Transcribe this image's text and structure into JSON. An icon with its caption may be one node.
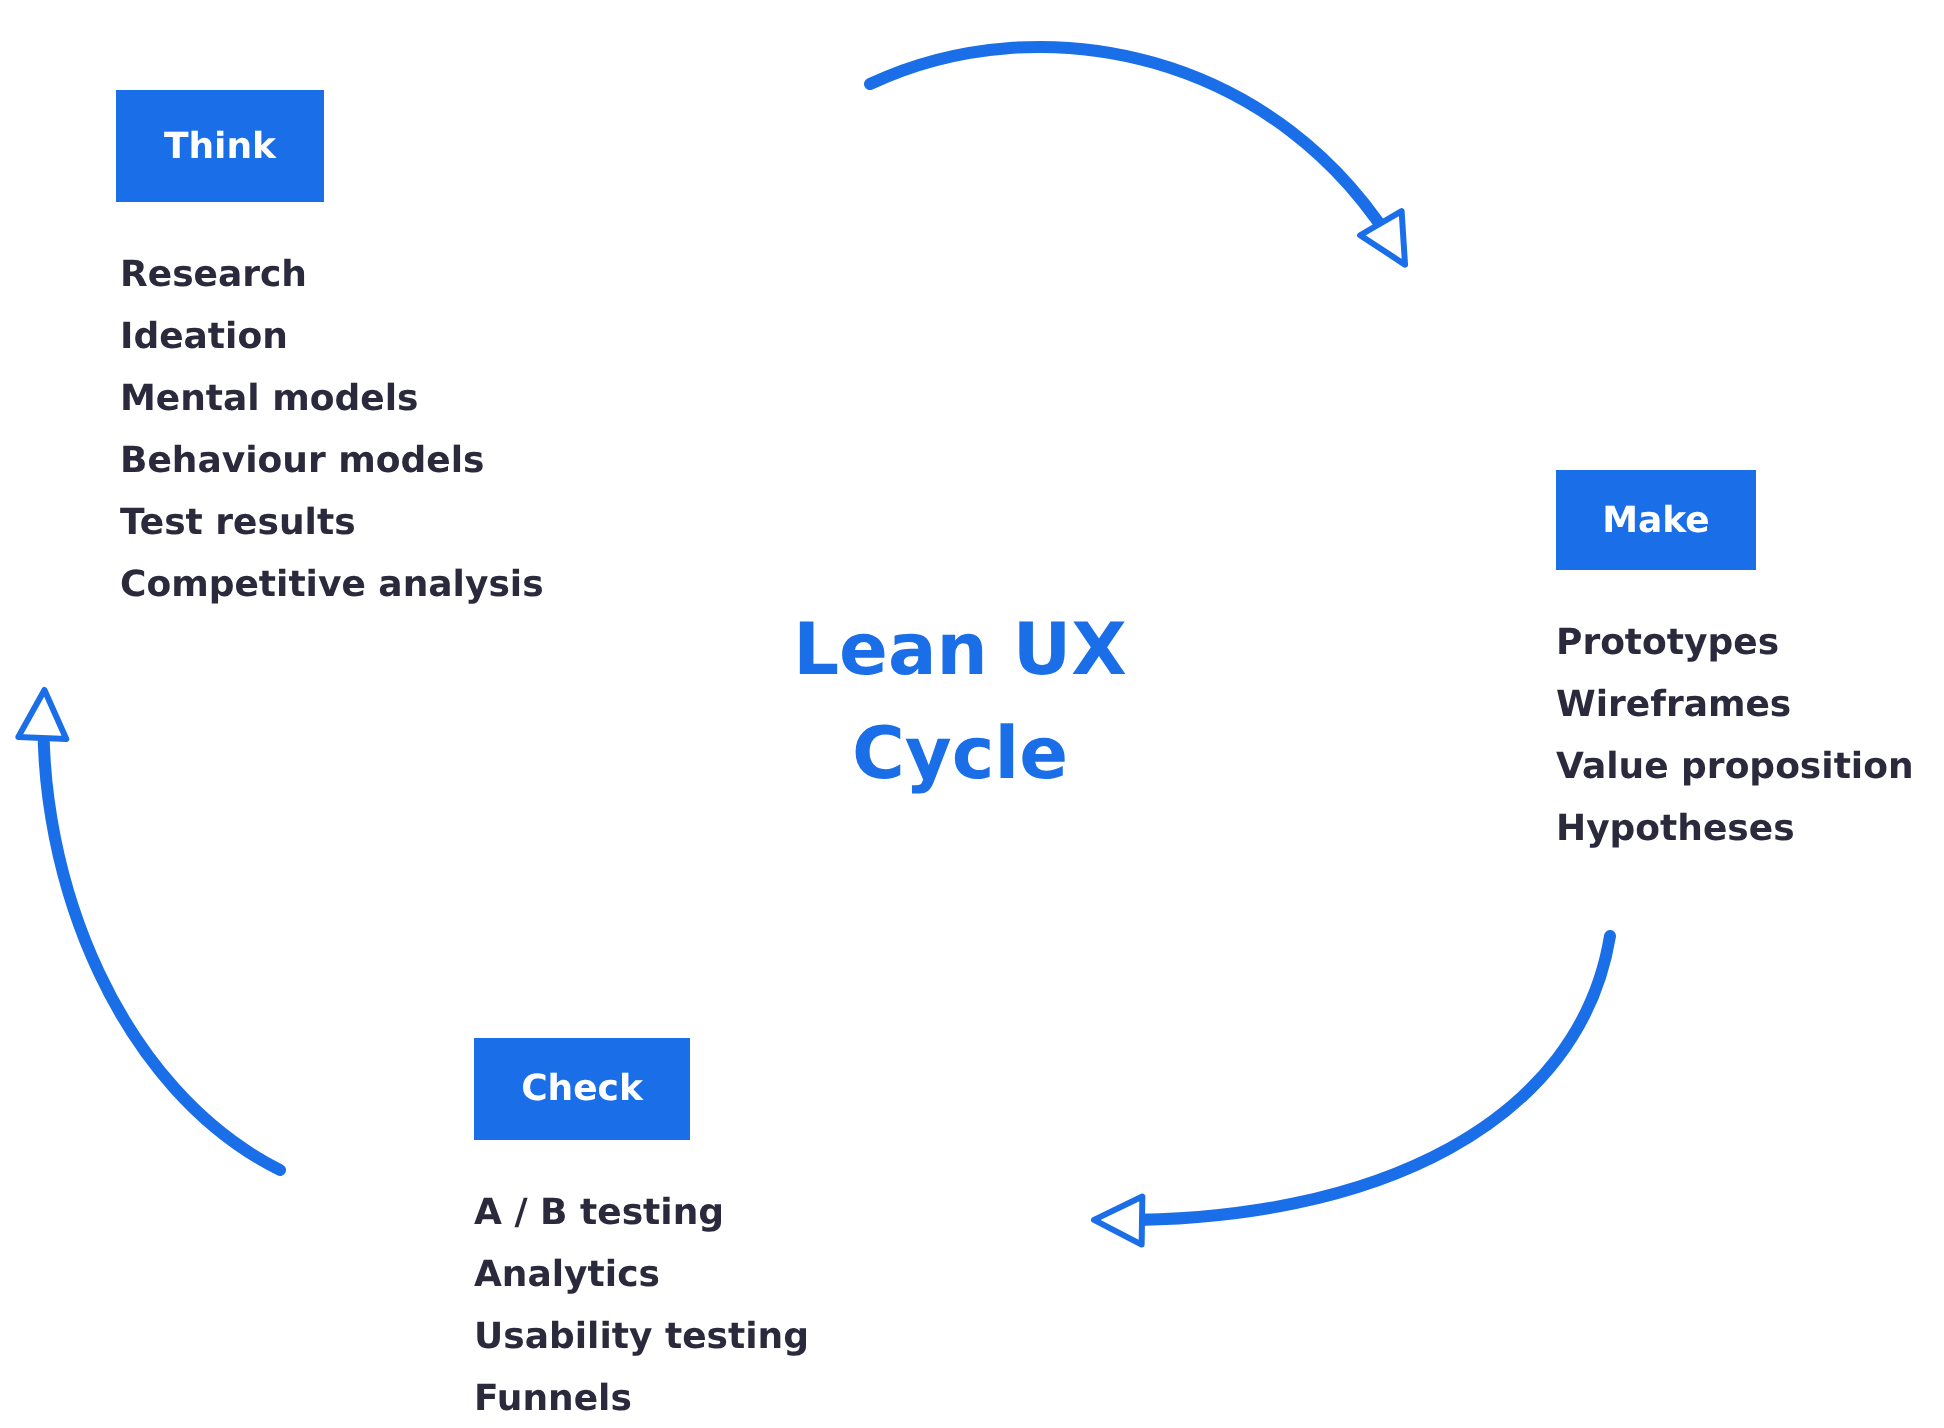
{
  "diagram": {
    "title": "Lean UX Cycle",
    "nodes": [
      {
        "text": [
          "Think"
        ],
        "beside": [
          "Research",
          "Ideation",
          "Mental models",
          "Behaviour models",
          "Test results",
          "Competitive analysis"
        ]
      },
      {
        "text": [
          "Make"
        ],
        "beside": [
          "Prototypes",
          "Wireframes",
          "Value proposition",
          "Hypotheses"
        ]
      },
      {
        "text": [
          "Check"
        ],
        "beside": [
          "A / B testing",
          "Analytics",
          "Usability testing",
          "Funnels"
        ]
      }
    ]
  }
}
